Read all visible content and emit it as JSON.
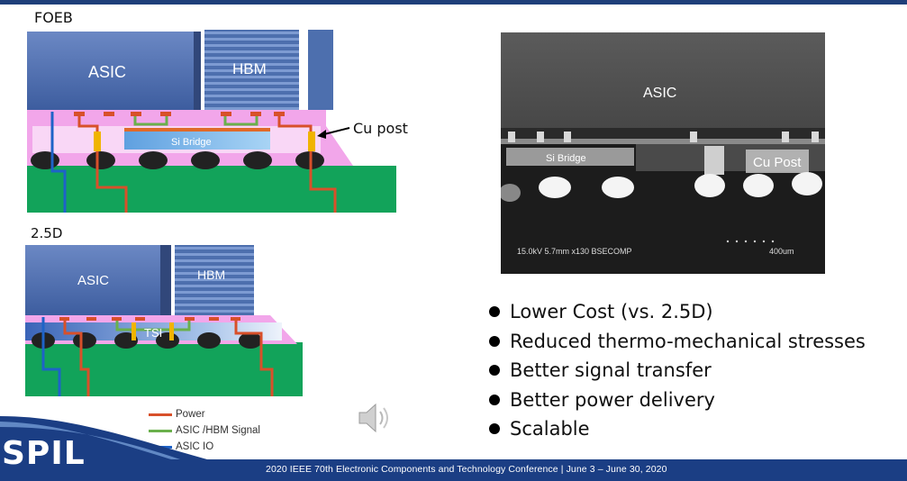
{
  "labels": {
    "foeb_title": "FOEB",
    "d25_title": "2.5D",
    "asic": "ASIC",
    "hbm": "HBM",
    "si_bridge": "Si Bridge",
    "cu_post": "Cu post",
    "tsi": "TSI"
  },
  "sem": {
    "asic": "ASIC",
    "si_bridge": "Si Bridge",
    "cu_post": "Cu Post",
    "info": "15.0kV 5.7mm x130 BSECOMP",
    "scale": "400um"
  },
  "legend": [
    {
      "label": "Power",
      "color": "#d8502a"
    },
    {
      "label": "ASIC /HBM  Signal",
      "color": "#6ab04c"
    },
    {
      "label": "ASIC IO",
      "color": "#1e63c8"
    }
  ],
  "bullets": [
    "Lower Cost (vs. 2.5D)",
    "Reduced thermo-mechanical stresses",
    "Better signal transfer",
    "Better power delivery",
    "Scalable"
  ],
  "footer": {
    "logo": "SPIL",
    "conference": "2020 IEEE 70th Electronic Components and Technology Conference  |  June 3 – June 30, 2020"
  },
  "colors": {
    "asic": "#4d6fae",
    "substrate": "#12a35a",
    "interposer": "#f2a6ea",
    "power": "#d8502a",
    "signal": "#6ab04c",
    "io": "#1e63c8",
    "footer": "#1b3e84"
  }
}
